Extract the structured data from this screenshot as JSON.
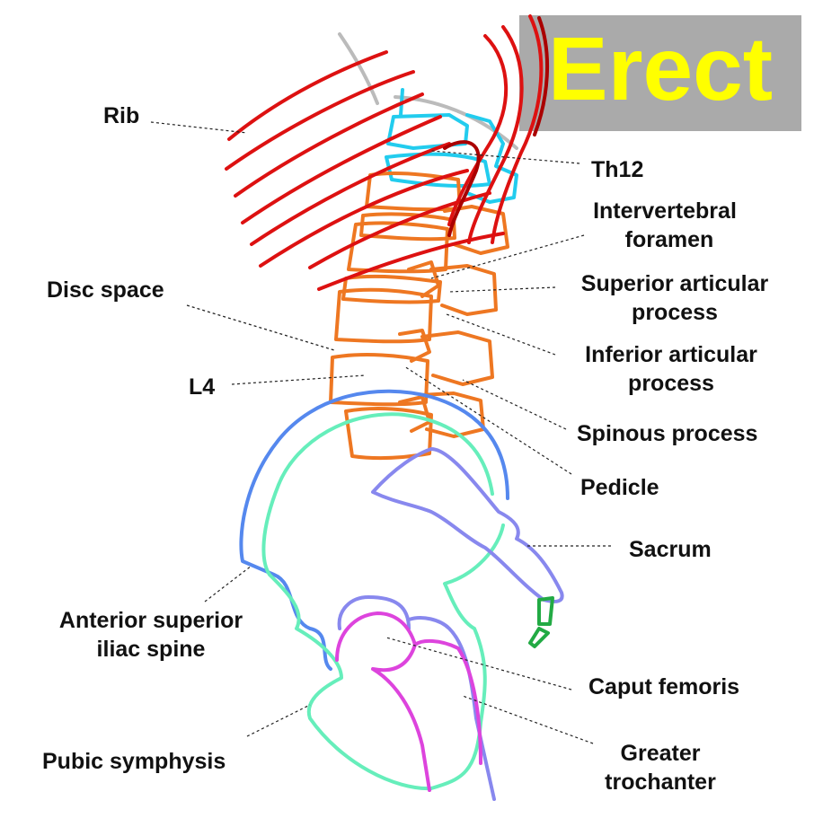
{
  "badge": {
    "text": "Erect",
    "bg": "#aaaaaa",
    "fg": "#ffff00"
  },
  "colors": {
    "rib": "#dd1111",
    "rib_dark": "#aa0000",
    "spine_outline": "#bbbbbb",
    "thoracic": "#22ccee",
    "lumbar": "#ee7722",
    "ilium_outer": "#5588ee",
    "ilium_inner": "#66eebb",
    "sacrum": "#8888ee",
    "femoral_head": "#dd44dd",
    "coccyx": "#22aa44"
  },
  "labels": {
    "rib": "Rib",
    "th12": "Th12",
    "intervertebral_foramen": [
      "Intervertebral",
      "foramen"
    ],
    "disc_space": "Disc space",
    "superior_articular_process": [
      "Superior articular",
      "process"
    ],
    "inferior_articular_process": [
      "Inferior articular",
      "process"
    ],
    "l4": "L4",
    "spinous_process": "Spinous process",
    "pedicle": "Pedicle",
    "sacrum": "Sacrum",
    "asis": [
      "Anterior superior",
      "iliac spine"
    ],
    "caput_femoris": "Caput femoris",
    "pubic_symphysis": "Pubic symphysis",
    "greater_trochanter": [
      "Greater",
      "trochanter"
    ]
  }
}
